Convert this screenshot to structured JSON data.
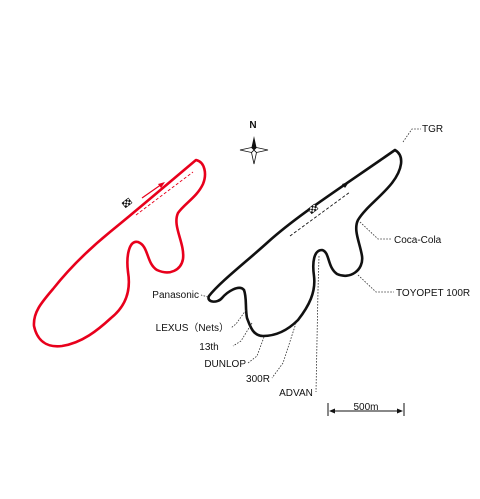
{
  "compass": {
    "north_label": "N"
  },
  "scale_bar": {
    "label": "500m"
  },
  "colors": {
    "short_course": "#e8001c",
    "full_course": "#111111",
    "text": "#111111"
  },
  "corners": [
    {
      "id": "tgr",
      "label": "TGR"
    },
    {
      "id": "coca-cola",
      "label": "Coca-Cola"
    },
    {
      "id": "toyopet-100r",
      "label": "TOYOPET 100R"
    },
    {
      "id": "panasonic",
      "label": "Panasonic"
    },
    {
      "id": "lexus-nets",
      "label": "LEXUS（Nets）"
    },
    {
      "id": "13th",
      "label": "13th"
    },
    {
      "id": "dunlop",
      "label": "DUNLOP"
    },
    {
      "id": "300r",
      "label": "300R"
    },
    {
      "id": "advan",
      "label": "ADVAN"
    }
  ]
}
